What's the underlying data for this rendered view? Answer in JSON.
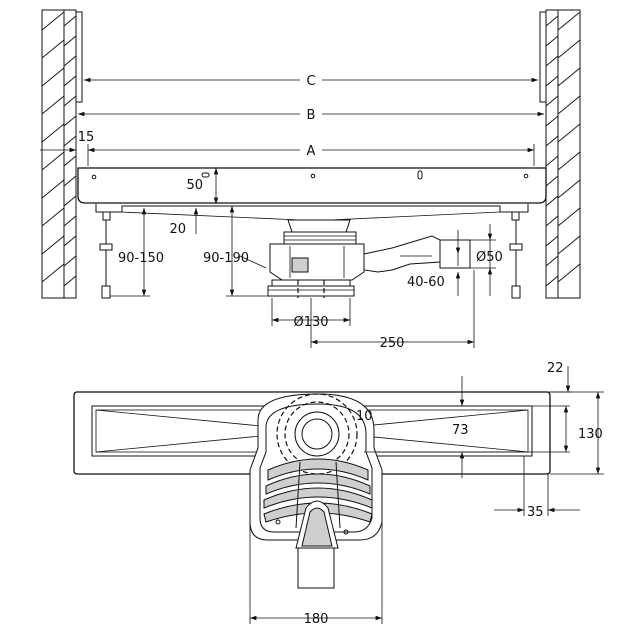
{
  "colors": {
    "line": "#111111",
    "fill_gray": "#cfcfcf",
    "background": "#ffffff"
  },
  "labels": {
    "dim_c": "C",
    "dim_b": "B",
    "dim_a": "A",
    "dim_15": "15",
    "dim_50": "50",
    "dim_20": "20",
    "dim_90_150": "90-150",
    "dim_90_190": "90-190",
    "dim_d50": "Ø50",
    "dim_40_60": "40-60",
    "dim_d130": "Ø130",
    "dim_250": "250",
    "dim_22": "22",
    "dim_10": "10",
    "dim_73": "73",
    "dim_130": "130",
    "dim_35": "35",
    "dim_180": "180"
  }
}
